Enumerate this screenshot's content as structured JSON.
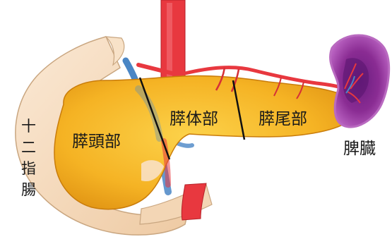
{
  "labels": {
    "duodenum": [
      "十",
      "二",
      "指",
      "腸"
    ],
    "head": "膵頭部",
    "body": "膵体部",
    "tail": "膵尾部",
    "spleen": "脾臓"
  },
  "colors": {
    "pancreas": "#f5b324",
    "pancreas_dark": "#d98a0c",
    "duodenum": "#f6dcc0",
    "duodenum_edge": "#c9a680",
    "artery": "#e8383f",
    "vein": "#4a86c5",
    "spleen": "#8a2c93",
    "spleen_core": "#5a1670",
    "divider": "#111111"
  }
}
